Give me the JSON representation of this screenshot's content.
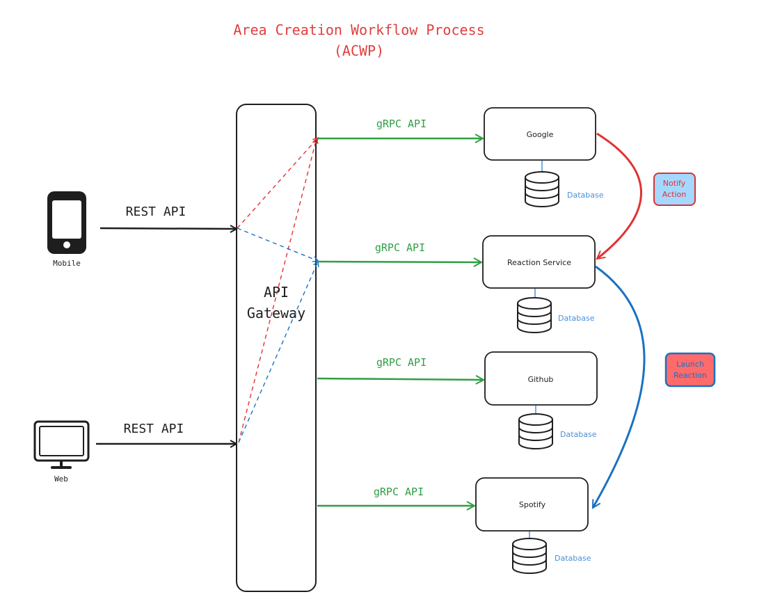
{
  "title": {
    "line1": "Area Creation Workflow Process",
    "line2": "(ACWP)"
  },
  "colors": {
    "title": "#e03e3e",
    "grpc": "#2f9e44",
    "notify": "#e03131",
    "launch": "#1971c2",
    "db_label": "#4a90d9",
    "black": "#1e1e1e",
    "notify_bg": "#a5d8ff",
    "launch_bg": "#ff6b6b"
  },
  "clients": {
    "mobile": {
      "label": "Mobile",
      "icon": "smartphone-icon",
      "protocol": "REST API"
    },
    "web": {
      "label": "Web",
      "icon": "monitor-icon",
      "protocol": "REST API"
    }
  },
  "gateway": {
    "line1": "API",
    "line2": "Gateway"
  },
  "services": [
    {
      "name": "Google",
      "protocol": "gRPC API",
      "db_label": "Database"
    },
    {
      "name": "Reaction Service",
      "protocol": "gRPC API",
      "db_label": "Database"
    },
    {
      "name": "Github",
      "protocol": "gRPC API",
      "db_label": "Database"
    },
    {
      "name": "Spotify",
      "protocol": "gRPC API",
      "db_label": "Database"
    }
  ],
  "events": {
    "notify": {
      "line1": "Notify",
      "line2": "Action"
    },
    "launch": {
      "line1": "Launch",
      "line2": "Reaction"
    }
  }
}
